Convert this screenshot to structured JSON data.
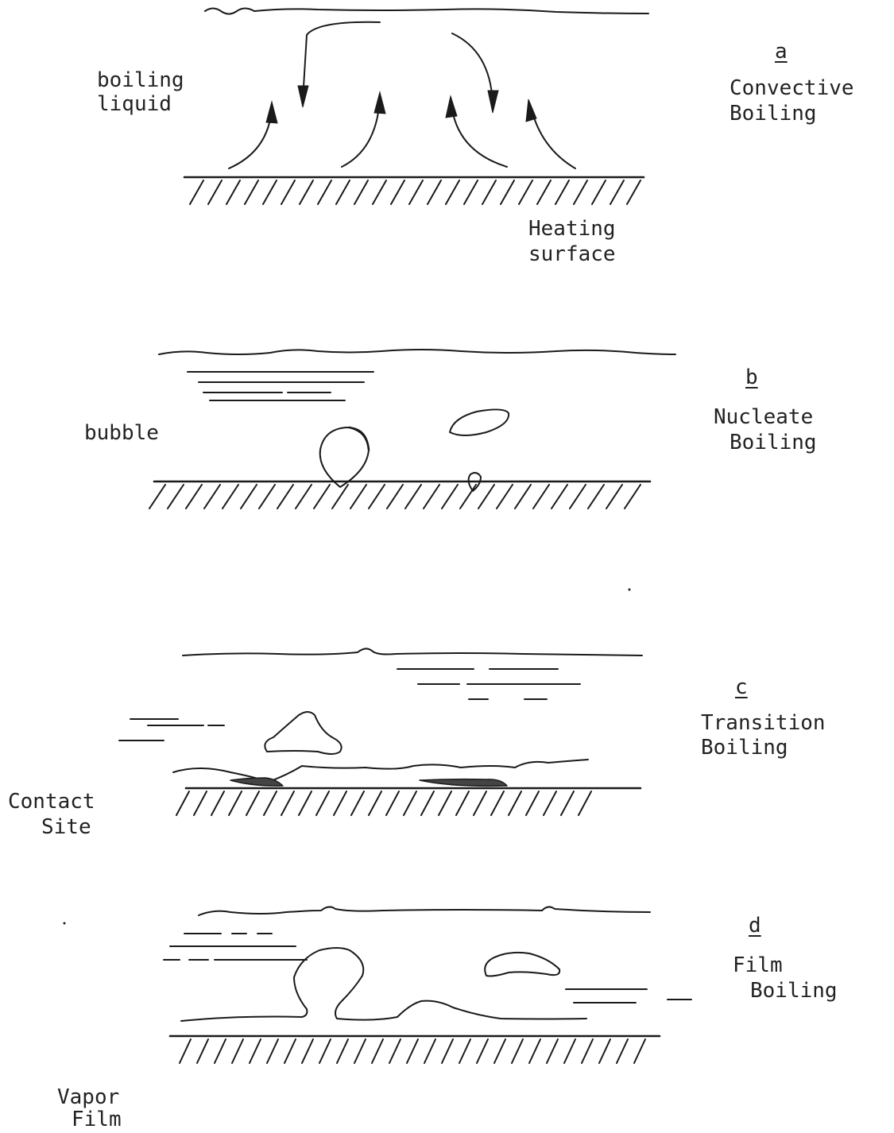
{
  "panels": [
    {
      "letter": "a",
      "title_line1": "Convective",
      "title_line2": "Boiling",
      "annotations": [
        "boiling",
        "liquid",
        "Heating",
        "surface"
      ]
    },
    {
      "letter": "b",
      "title_line1": "Nucleate",
      "title_line2": "Boiling",
      "annotations": [
        "bubble"
      ]
    },
    {
      "letter": "c",
      "title_line1": "Transition",
      "title_line2": "Boiling",
      "annotations": [
        "Contact",
        "Site"
      ]
    },
    {
      "letter": "d",
      "title_line1": "Film",
      "title_line2": "Boiling",
      "annotations": [
        "Vapor",
        "Film"
      ]
    }
  ]
}
